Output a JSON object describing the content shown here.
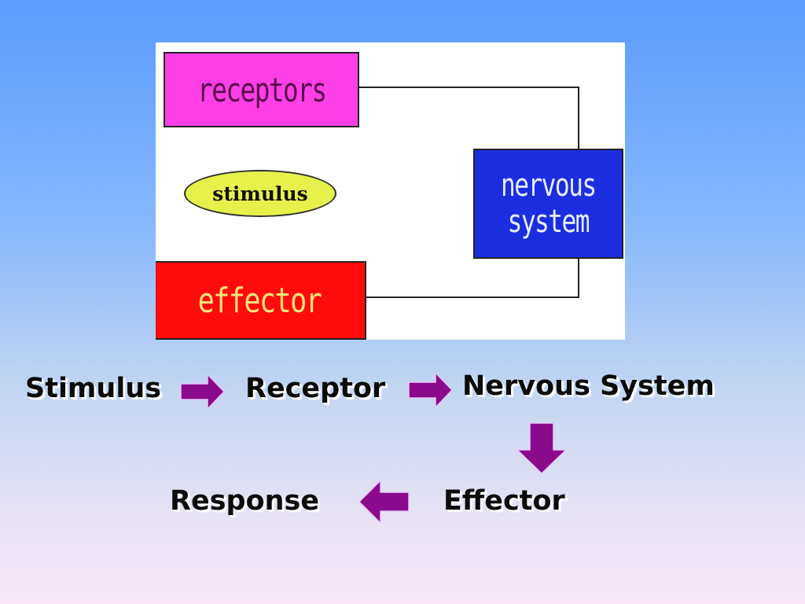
{
  "diagram": {
    "receptors_label": "receptors",
    "stimulus_label": "stimulus",
    "nervous_line1": "nervous",
    "nervous_line2": "system",
    "effector_label": "effector"
  },
  "flow": {
    "stimulus": "Stimulus",
    "receptor": "Receptor",
    "nervous_system": "Nervous System",
    "effector": "Effector",
    "response": "Response"
  },
  "colors": {
    "receptors_fill": "#ff3fe6",
    "nervous_fill": "#1a2ee0",
    "effector_fill": "#ff0b0b",
    "stimulus_fill": "#e6f24b",
    "arrow_fill": "#8b0a8b"
  },
  "icons": {
    "flow_arrow": "purple-block-arrow"
  }
}
